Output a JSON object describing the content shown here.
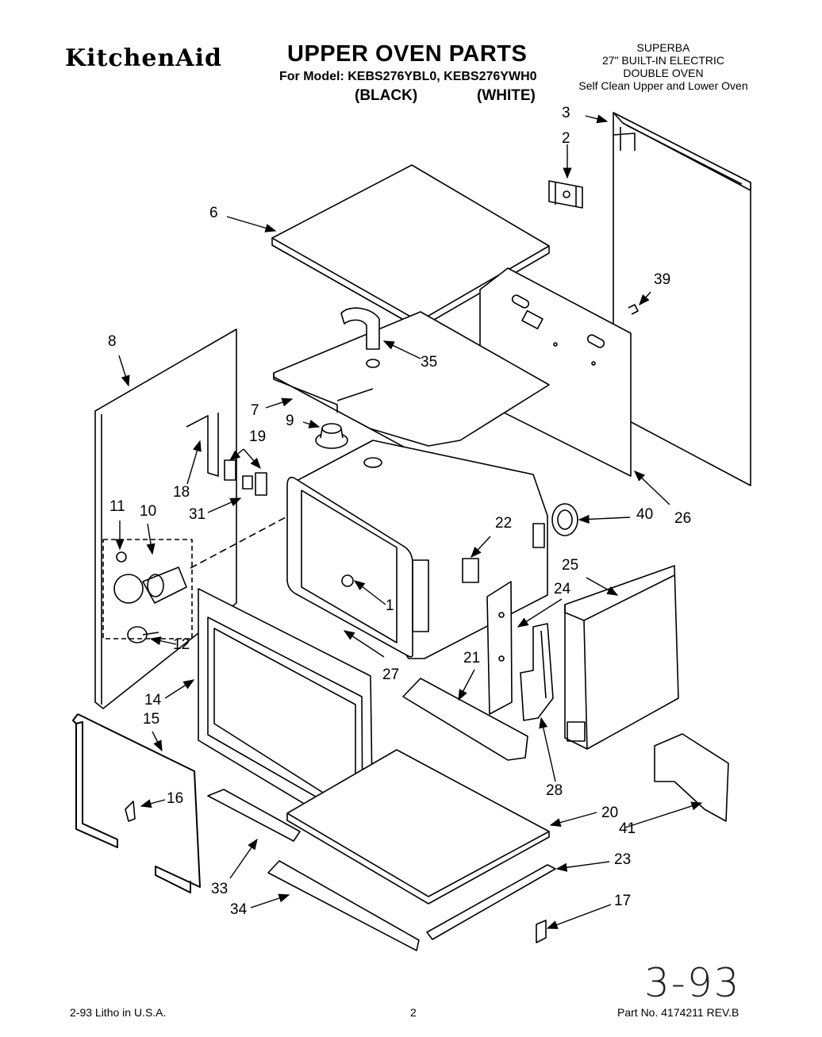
{
  "header": {
    "brand": "KitchenAid",
    "title": "UPPER OVEN PARTS",
    "model_line": "For Model: KEBS276YBL0, KEBS276YWH0",
    "finish_black": "(BLACK)",
    "finish_white": "(WHITE)",
    "product_lines": [
      "SUPERBA",
      "27\" BUILT-IN ELECTRIC",
      "DOUBLE OVEN",
      "Self Clean Upper and Lower Oven"
    ]
  },
  "callouts": [
    "1",
    "2",
    "3",
    "6",
    "7",
    "8",
    "9",
    "10",
    "11",
    "12",
    "14",
    "15",
    "16",
    "17",
    "18",
    "19",
    "20",
    "21",
    "22",
    "23",
    "24",
    "25",
    "26",
    "27",
    "28",
    "31",
    "33",
    "34",
    "35",
    "39",
    "40",
    "41"
  ],
  "footer": {
    "date_print": "2-93  Litho in U.S.A.",
    "page": "2",
    "part_no": "Part No. 4174211 REV.B",
    "handwritten": "3-93"
  }
}
